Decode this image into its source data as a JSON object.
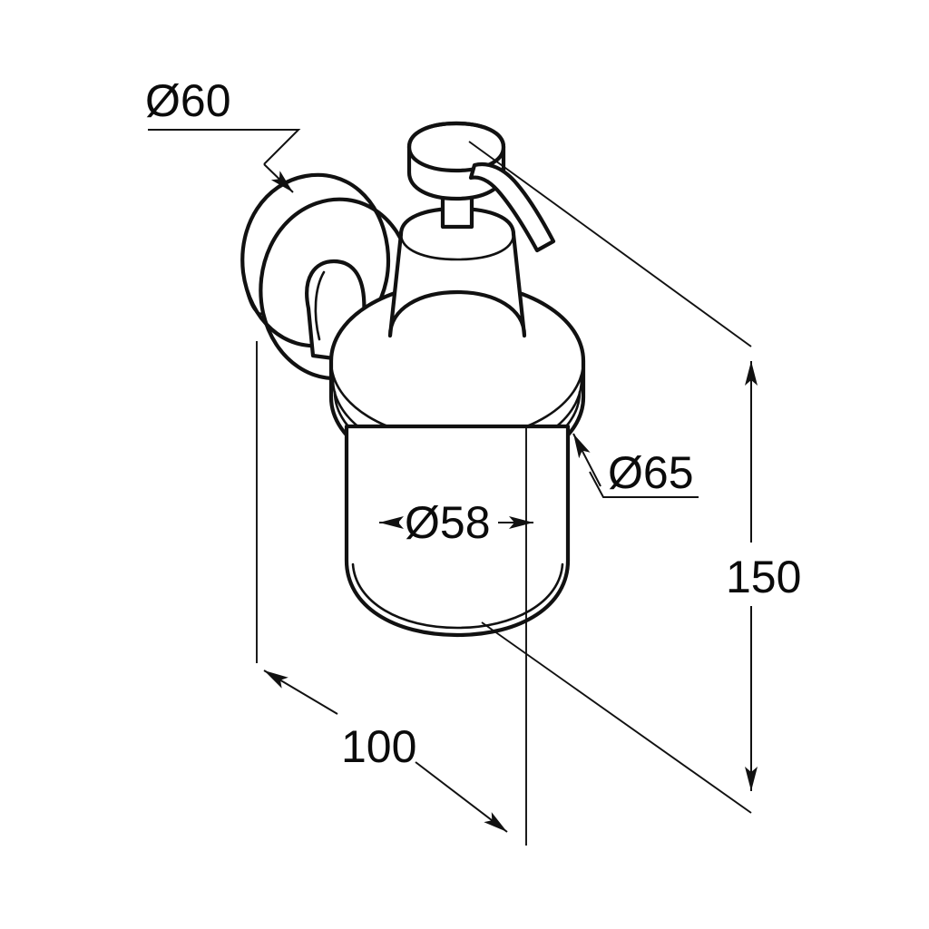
{
  "drawing": {
    "title": "Wall-mounted soap dispenser dimensional drawing",
    "background_color": "#ffffff",
    "line_color": "#111111",
    "units": "mm",
    "product": "wall-mounted glass soap dispenser with pump",
    "parts": [
      {
        "name": "wall-flange",
        "label": "round wall mounting rosette"
      },
      {
        "name": "mounting-arm",
        "label": "connecting arm"
      },
      {
        "name": "pump-collar",
        "label": "threaded pump collar"
      },
      {
        "name": "glass-container",
        "label": "frosted glass container"
      },
      {
        "name": "pump-head",
        "label": "push-down pump head"
      },
      {
        "name": "spout",
        "label": "curved dispensing spout"
      }
    ]
  },
  "dimensions": {
    "flange_diameter": {
      "id": "d60",
      "text": "Ø60",
      "value": 60,
      "symbol": "Ø",
      "kind": "diameter",
      "target": "wall-flange"
    },
    "collar_diameter": {
      "id": "d65",
      "text": "Ø65",
      "value": 65,
      "symbol": "Ø",
      "kind": "diameter",
      "target": "pump-collar"
    },
    "glass_diameter": {
      "id": "d58",
      "text": "Ø58",
      "value": 58,
      "symbol": "Ø",
      "kind": "diameter",
      "target": "glass-container"
    },
    "total_height": {
      "id": "h150",
      "text": "150",
      "value": 150,
      "kind": "linear-vertical",
      "target": "overall-height"
    },
    "projection_depth": {
      "id": "p100",
      "text": "100",
      "value": 100,
      "kind": "linear-diagonal",
      "target": "wall-projection"
    }
  }
}
